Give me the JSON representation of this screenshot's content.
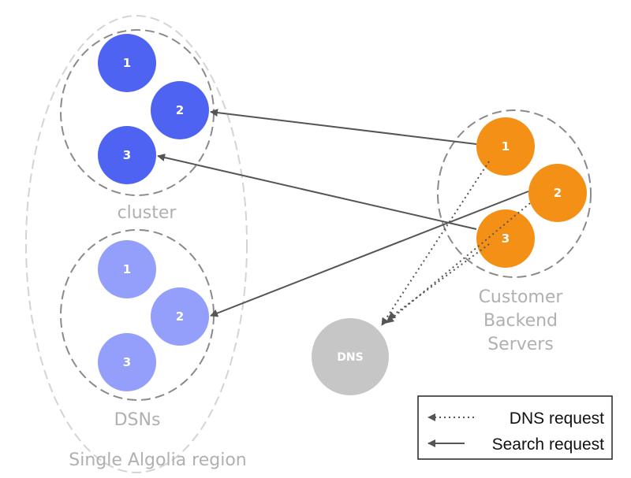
{
  "labels": {
    "cluster": "cluster",
    "dsns": "DSNs",
    "region": "Single Algolia region",
    "customer_line1": "Customer",
    "customer_line2": "Backend",
    "customer_line3": "Servers",
    "dns": "DNS"
  },
  "cluster_nodes": [
    "1",
    "2",
    "3"
  ],
  "dsn_nodes": [
    "1",
    "2",
    "3"
  ],
  "customer_nodes": [
    "1",
    "2",
    "3"
  ],
  "legend": {
    "dns_request": "DNS request",
    "search_request": "Search request"
  },
  "colors": {
    "cluster_node": "#4f63f2",
    "dsn_node": "#939ffa",
    "customer_node": "#f39015",
    "dns_node": "#c6c6c6",
    "arrow": "#555555",
    "dashed_border": "#8a8a8a",
    "region_border": "#d0d0d0"
  }
}
